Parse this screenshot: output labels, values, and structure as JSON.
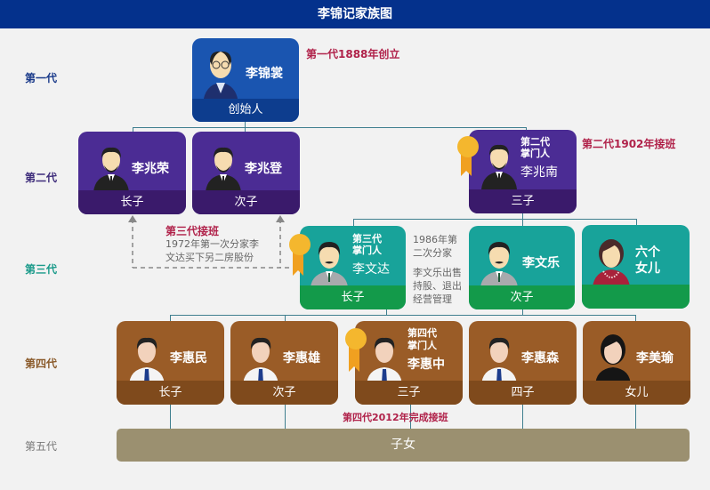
{
  "title": "李锦记家族图",
  "colors": {
    "title_bg": "#04318c",
    "gen1": "#1a55b0",
    "gen1_bottom": "#0d3d8e",
    "gen2": "#4b2c94",
    "gen2_bottom": "#3a1a6b",
    "gen3": "#18a39a",
    "gen3_bottom": "#139a4a",
    "gen4": "#9a5c27",
    "gen4_bottom": "#7f4a1c",
    "gen5": "#9b9070",
    "accent_red": "#b0224a",
    "connector": "#3f7f8f"
  },
  "generations": [
    {
      "label": "第一代",
      "color": "#1a3a8a"
    },
    {
      "label": "第二代",
      "color": "#3d2b7a"
    },
    {
      "label": "第三代",
      "color": "#1a9a8a"
    },
    {
      "label": "第四代",
      "color": "#8a5a2a"
    },
    {
      "label": "第五代",
      "color": "#777777"
    }
  ],
  "gen1": [
    {
      "name": "李锦裳",
      "relation": "创始人"
    }
  ],
  "gen2": [
    {
      "name": "李兆荣",
      "relation": "长子"
    },
    {
      "name": "李兆登",
      "relation": "次子"
    },
    {
      "name": "李兆南",
      "relation": "三子",
      "role_line1": "第二代",
      "role_line2": "掌门人"
    }
  ],
  "gen3": [
    {
      "name": "李文达",
      "relation": "长子",
      "role_line1": "第三代",
      "role_line2": "掌门人"
    },
    {
      "name": "李文乐",
      "relation": "次子"
    },
    {
      "name_line1": "六个",
      "name_line2": "女儿",
      "relation": ""
    }
  ],
  "gen4": [
    {
      "name": "李惠民",
      "relation": "长子"
    },
    {
      "name": "李惠雄",
      "relation": "次子"
    },
    {
      "name": "李惠中",
      "relation": "三子",
      "role_line1": "第四代",
      "role_line2": "掌门人"
    },
    {
      "name": "李惠森",
      "relation": "四子"
    },
    {
      "name": "李美瑜",
      "relation": "女儿"
    }
  ],
  "gen5": {
    "label": "子女"
  },
  "notes": {
    "gen1_founded": "第一代1888年创立",
    "gen2_takeover": "第二代1902年接班",
    "gen3_takeover_title": "第三代接班",
    "gen3_takeover_line1": "1972年第一次分家李",
    "gen3_takeover_line2": "文达买下另二房股份",
    "split2_line1": "1986年第",
    "split2_line2": "二次分家",
    "split2_line3": "李文乐出售",
    "split2_line4": "持股、退出",
    "split2_line5": "经营管理",
    "gen4_takeover": "第四代2012年完成接班"
  }
}
